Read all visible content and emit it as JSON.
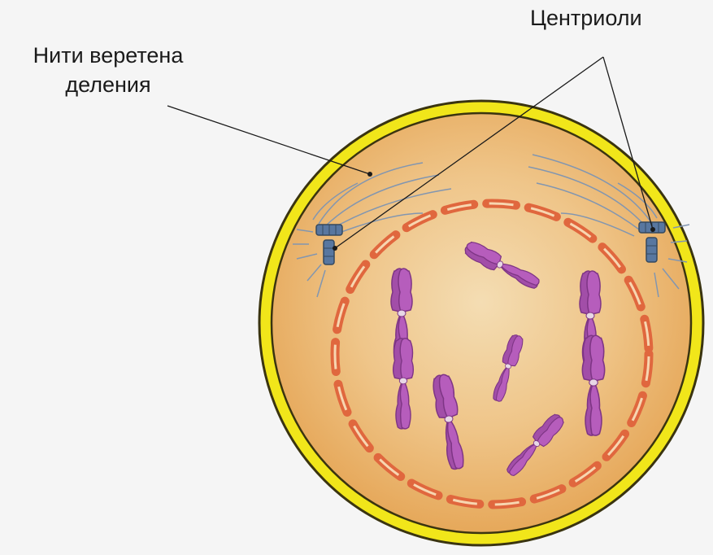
{
  "labels": {
    "spindle_line1": "Нити веретена",
    "spindle_line2": "деления",
    "centrioles": "Центриоли"
  },
  "colors": {
    "background": "#f5f5f5",
    "cell_wall": "#f1e61a",
    "cytoplasm": "#e9b266",
    "nuclear_envelope": "#e0673e",
    "chromosome": "#a24ea8",
    "centriole": "#4f6e95",
    "spindle": "#8296b0"
  }
}
